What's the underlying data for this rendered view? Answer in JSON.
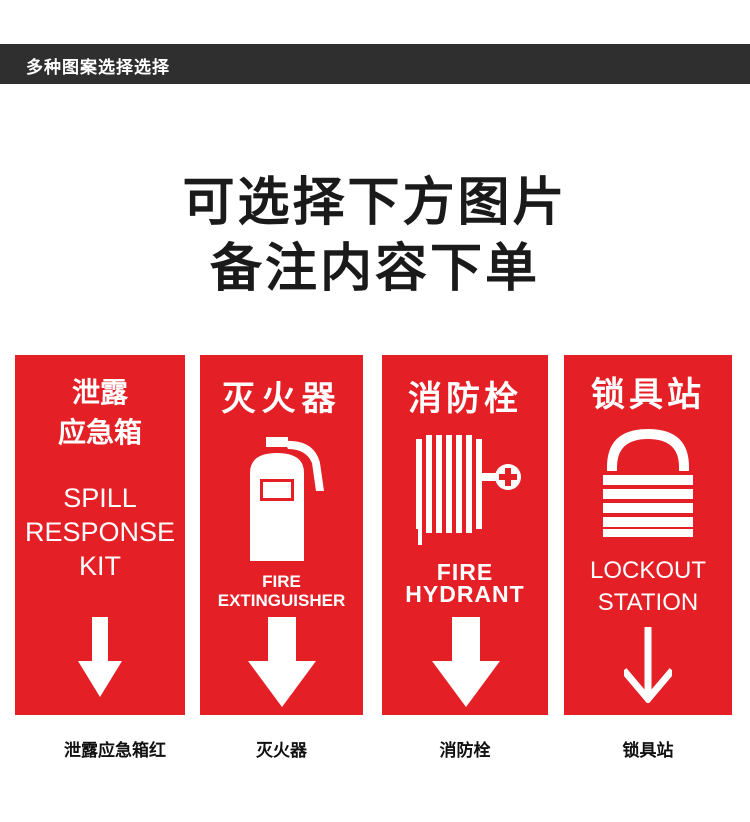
{
  "header": {
    "title": "多种图案选择选择"
  },
  "headline": {
    "line1": "可选择下方图片",
    "line2": "备注内容下单"
  },
  "signs": [
    {
      "zh_line1": "泄露",
      "zh_line2": "应急箱",
      "en_line1": "SPILL",
      "en_line2": "RESPONSE",
      "en_line3": "KIT",
      "caption": "泄露应急箱红"
    },
    {
      "zh": "灭火器",
      "en_line1": "FIRE",
      "en_line2": "EXTINGUISHER",
      "caption": "灭火器"
    },
    {
      "zh": "消防栓",
      "en_line1": "FIRE",
      "en_line2": "HYDRANT",
      "caption": "消防栓"
    },
    {
      "zh": "锁具站",
      "en_line1": "LOCKOUT",
      "en_line2": "STATION",
      "caption": "锁具站"
    }
  ],
  "colors": {
    "sign_red": "#e41f26",
    "topbar": "#2f2f2f",
    "text": "#1a1a1a"
  }
}
